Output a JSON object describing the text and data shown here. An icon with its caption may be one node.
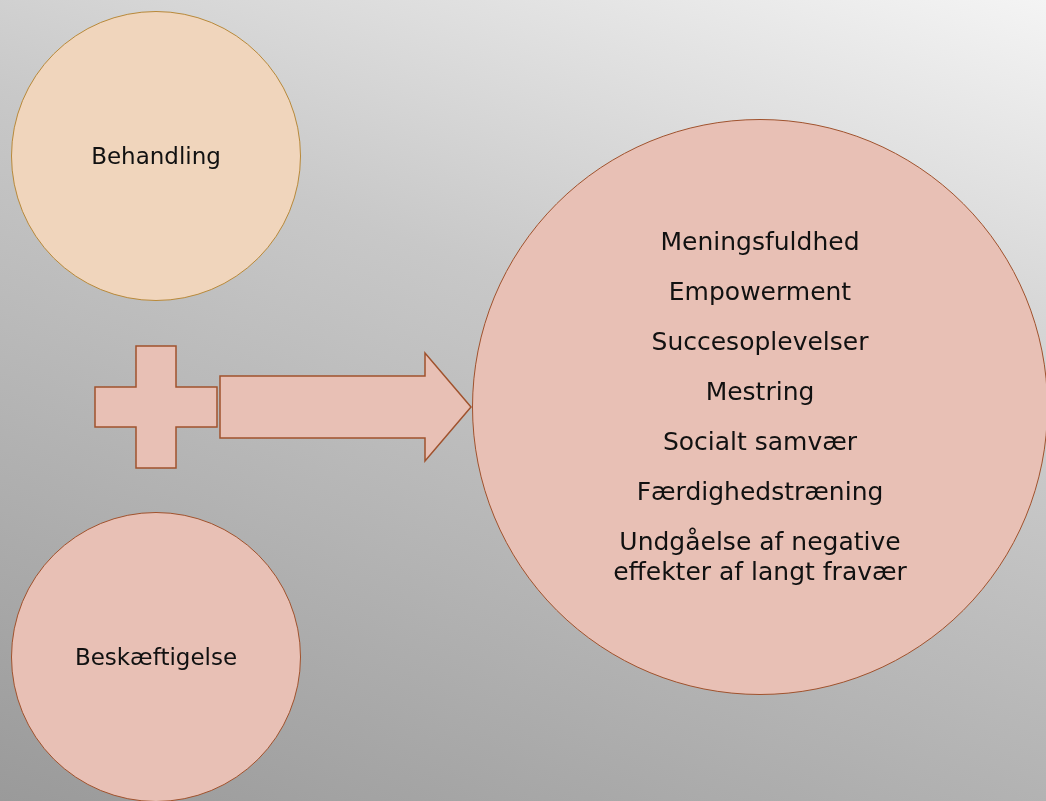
{
  "diagram": {
    "nodes": [
      {
        "text": [
          "Behandling"
        ]
      },
      {
        "text": [
          "Beskæftigelse"
        ]
      },
      {
        "text": [],
        "shape": "cross"
      },
      {
        "text": [
          "Meningsfuldhed",
          "Empowerment",
          "Succesoplevelser",
          "Mestring",
          "Socialt samvær",
          "Færdighedstræning",
          "Undgåelse af negative effekter af langt fravær"
        ]
      }
    ],
    "edges": [
      {
        "from": 2,
        "to": 3,
        "arrow": "to"
      }
    ]
  }
}
